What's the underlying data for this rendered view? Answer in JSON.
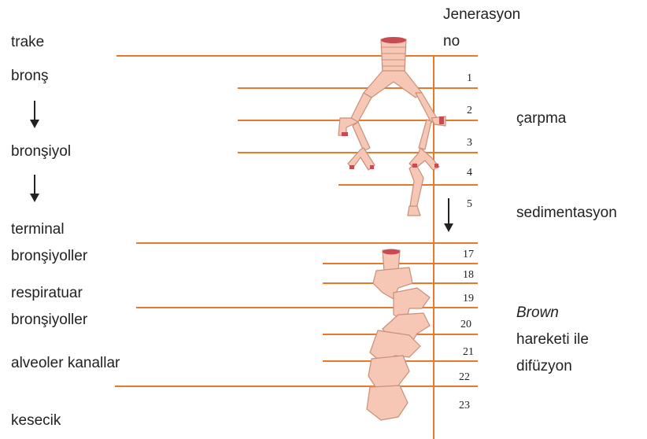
{
  "header": {
    "line1": "Jenerasyon",
    "line2": "no"
  },
  "left_labels": {
    "trake": "trake",
    "bronch": "bronş",
    "bronchiole": "bronşiyol",
    "terminal1": "terminal",
    "terminal2": "bronşiyoller",
    "resp1": "respiratuar",
    "resp2": "bronşiyoller",
    "alveolar_ducts": "alveoler kanallar",
    "sac": "kesecik"
  },
  "right_labels": {
    "impaction": "çarpma",
    "sedimentation": "sedimentasyon",
    "brown": "Brown",
    "brown2": "hareketi ile",
    "brown3": "difüzyon"
  },
  "generations": [
    "1",
    "2",
    "3",
    "4",
    "5",
    "17",
    "18",
    "19",
    "20",
    "21",
    "22",
    "23"
  ],
  "colors": {
    "line": "#e8782a",
    "tissue": "#f6c7b4",
    "tissue_dark": "#c84a52"
  }
}
